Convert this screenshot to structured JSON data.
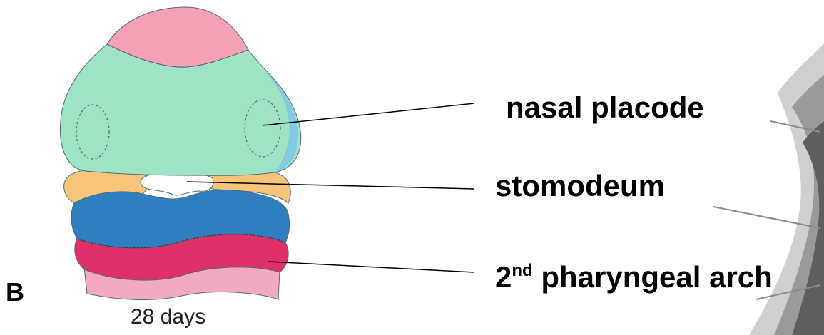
{
  "figure": {
    "panel_letter": "B",
    "caption": "28 days"
  },
  "labels": {
    "nasal_placode": "nasal placode",
    "stomodeum": "stomodeum",
    "pharyngeal_arch_number": "2",
    "pharyngeal_arch_superscript": "nd",
    "pharyngeal_arch_text": " pharyngeal arch"
  },
  "colors": {
    "frontonasal_green": "#9fe3c4",
    "forebrain_pink": "#f5a0b5",
    "maxillary_orange": "#f7c47a",
    "mandibular_blue": "#2f7fc0",
    "second_arch_magenta": "#e0306a",
    "lower_pink": "#f3aac0",
    "outline": "#4a6a7a"
  }
}
